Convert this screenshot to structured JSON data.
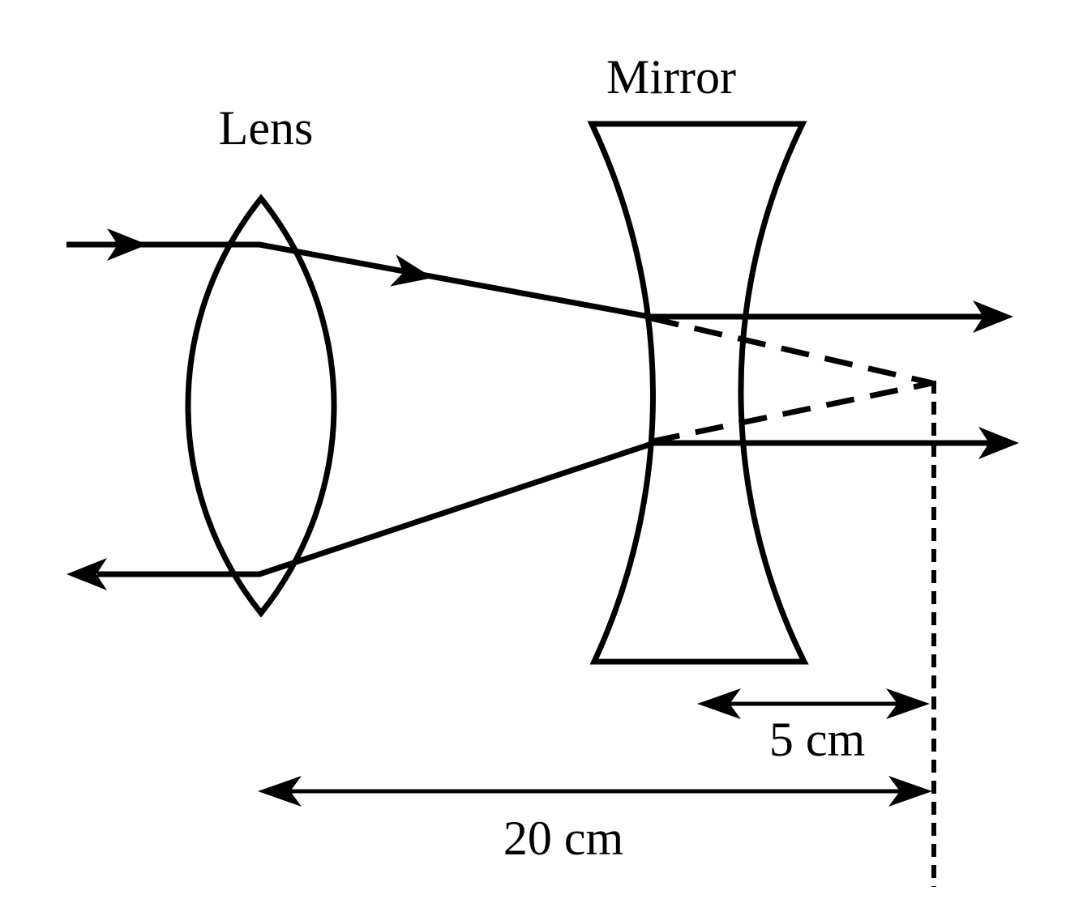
{
  "colors": {
    "ink": "#000000",
    "background": "#ffffff"
  },
  "labels": {
    "lens": "Lens",
    "mirror": "Mirror"
  },
  "dimensions": {
    "mirror_to_focus": {
      "label": "5 cm",
      "value_cm": 5
    },
    "lens_to_focus": {
      "label": "20 cm",
      "value_cm": 20
    }
  }
}
